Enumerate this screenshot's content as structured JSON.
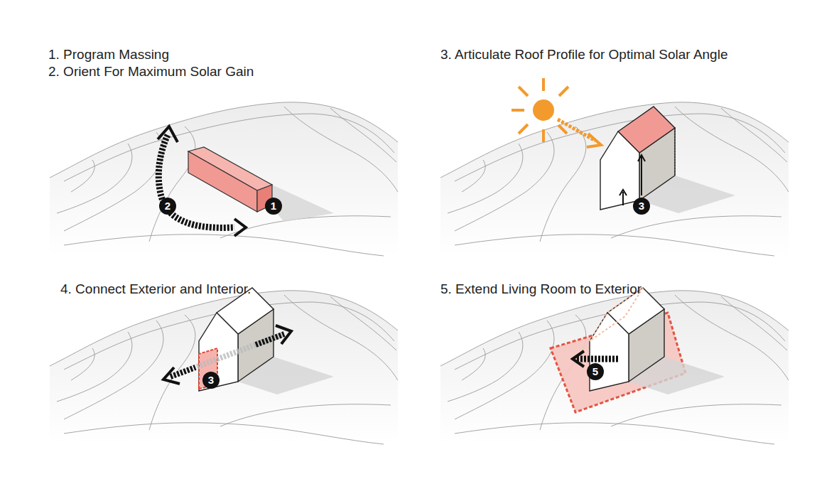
{
  "diagram": {
    "labels": [
      "1. Program Massing",
      "2. Orient For Maximum Solar Gain",
      "2",
      "1",
      "3. Articulate Roof Profile for Optimal Solar Angle",
      "3",
      "4. Connect Exterior and Interior.",
      "3",
      "5. Extend Living Room to Exterior",
      "5"
    ]
  }
}
